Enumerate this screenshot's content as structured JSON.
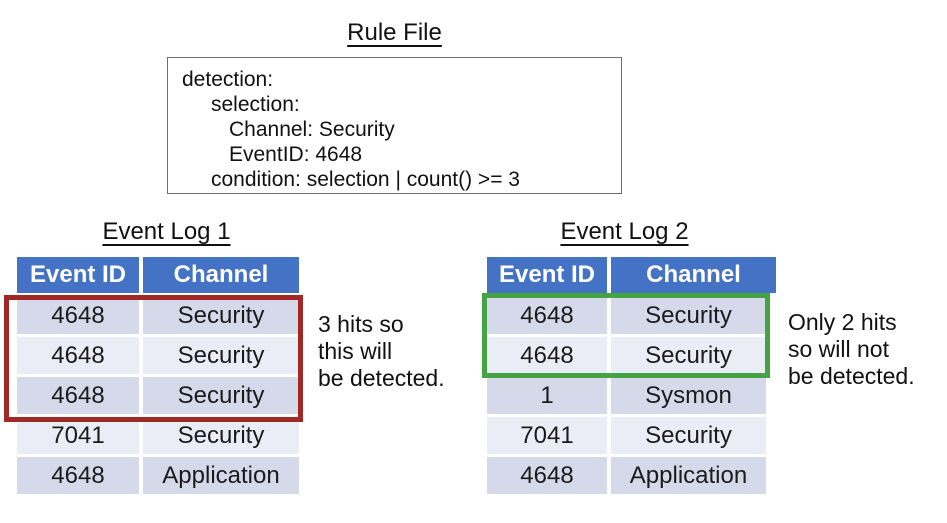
{
  "rule_file": {
    "title": "Rule File",
    "lines": [
      {
        "text": "detection:"
      },
      {
        "text": "selection:"
      },
      {
        "text": "Channel: Security"
      },
      {
        "text": "EventID: 4648"
      },
      {
        "text": "condition: selection | count() >= 3"
      }
    ]
  },
  "event_log_1": {
    "title": "Event Log 1",
    "columns": [
      "Event ID",
      "Channel"
    ],
    "rows": [
      [
        "4648",
        "Security"
      ],
      [
        "4648",
        "Security"
      ],
      [
        "4648",
        "Security"
      ],
      [
        "7041",
        "Security"
      ],
      [
        "4648",
        "Application"
      ]
    ],
    "highlighted_row_count": 3,
    "annotation_lines": [
      "3 hits so",
      "this will",
      "be detected."
    ]
  },
  "event_log_2": {
    "title": "Event Log 2",
    "columns": [
      "Event ID",
      "Channel"
    ],
    "rows": [
      [
        "4648",
        "Security"
      ],
      [
        "4648",
        "Security"
      ],
      [
        "1",
        "Sysmon"
      ],
      [
        "7041",
        "Security"
      ],
      [
        "4648",
        "Application"
      ]
    ],
    "highlighted_row_count": 2,
    "annotation_lines": [
      "Only 2 hits",
      "so will not",
      "be detected."
    ]
  },
  "colors": {
    "header_blue": "#4472C4",
    "band_dark": "#D5D9EA",
    "band_light": "#EBEDF6",
    "highlight_red": "#A02826",
    "highlight_green": "#43A443"
  }
}
